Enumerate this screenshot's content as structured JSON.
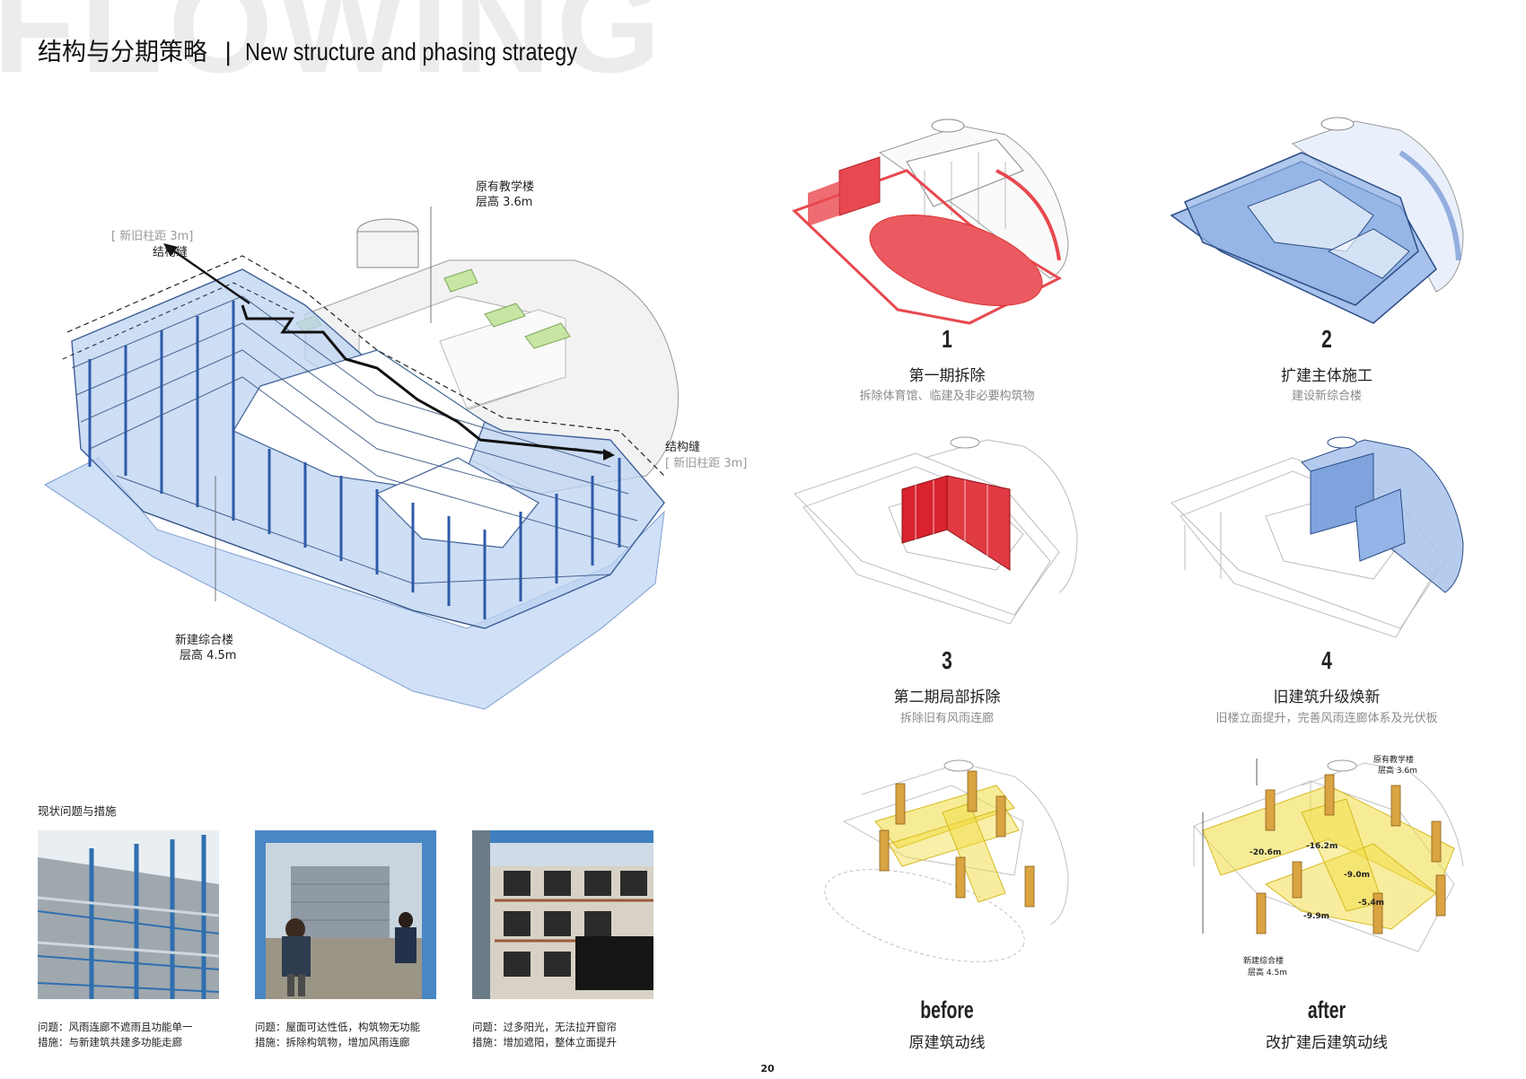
{
  "background_word": "FLOWING",
  "header": {
    "title_cn": "结构与分期策略",
    "separator": "|",
    "title_en": "New structure and phasing strategy"
  },
  "main_diagram": {
    "label_old_building": "原有教学楼",
    "label_old_height": "层高 3.6m",
    "label_spacing_left": "[ 新旧柱距 3m]",
    "label_joint_left": "结构缝",
    "label_joint_right": "结构缝",
    "label_spacing_right": "[ 新旧柱距 3m]",
    "label_new_building": "新建综合楼",
    "label_new_height": "层高 4.5m"
  },
  "stages": [
    {
      "number": "1",
      "title": "第一期拆除",
      "desc": "拆除体育馆、临建及非必要构筑物",
      "color": "#e8484f"
    },
    {
      "number": "2",
      "title": "扩建主体施工",
      "desc": "建设新综合楼",
      "color": "#8fb2e6"
    },
    {
      "number": "3",
      "title": "第二期局部拆除",
      "desc": "拆除旧有风雨连廊",
      "color": "#d9232e"
    },
    {
      "number": "4",
      "title": "旧建筑升级焕新",
      "desc": "旧楼立面提升，完善风雨连廊体系及光伏板",
      "color": "#7ea3dd"
    }
  ],
  "compare": {
    "before_label": "before",
    "before_sub": "原建筑动线",
    "after_label": "after",
    "after_sub": "改扩建后建筑动线",
    "after_annotations": {
      "old_building": "原有教学楼",
      "old_height": "层高 3.6m",
      "new_building": "新建综合楼",
      "new_height": "层高 4.5m",
      "levels": [
        "-20.6m",
        "-16.2m",
        "-9.0m",
        "-5.4m",
        "-9.9m"
      ]
    }
  },
  "issues": {
    "section_title": "现状问题与措施",
    "items": [
      {
        "problem": "问题：风雨连廊不遮雨且功能单一",
        "measure": "措施：与新建筑共建多功能走廊"
      },
      {
        "problem": "问题：屋面可达性低，构筑物无功能",
        "measure": "措施：拆除构筑物，增加风雨连廊"
      },
      {
        "problem": "问题：过多阳光，无法拉开窗帘",
        "measure": "措施：增加遮阳，整体立面提升"
      }
    ]
  },
  "page_number": "20"
}
